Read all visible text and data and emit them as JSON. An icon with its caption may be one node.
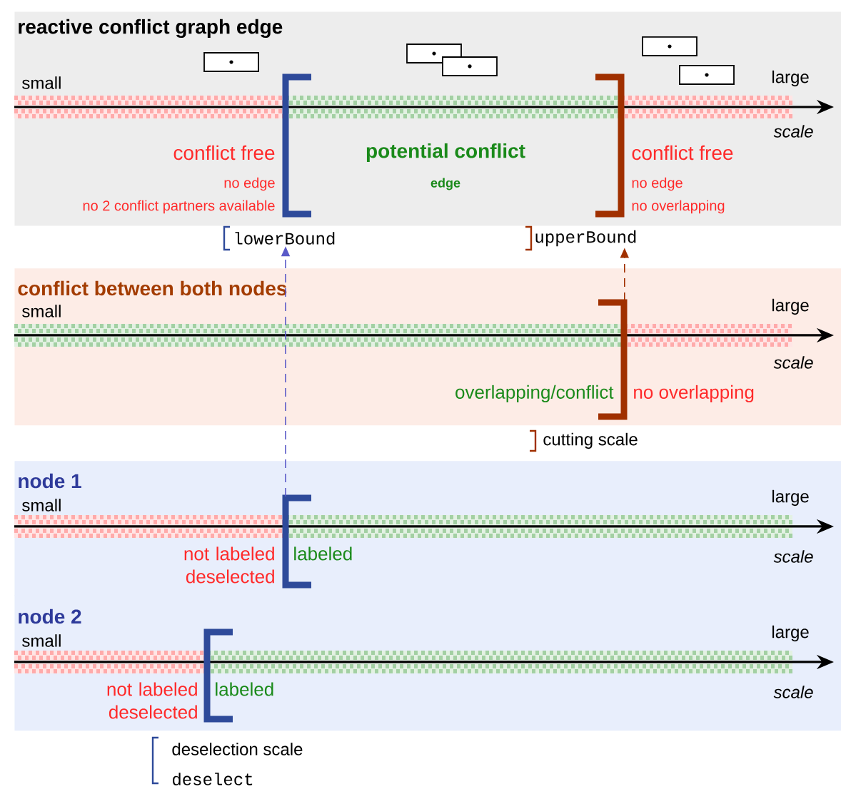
{
  "diagram": {
    "nodes": [
      {
        "text": [
          "reactive conflict graph edge",
          "small",
          "large",
          "scale",
          "conflict free",
          "potential conflict",
          "conflict free",
          "no edge",
          "no 2 conflict partners available",
          "edge",
          "no edge",
          "no overlapping"
        ]
      },
      {
        "text": [],
        "shape": "bracket",
        "in": 0
      },
      {
        "text": [],
        "shape": "bracket",
        "in": 0
      },
      {
        "text": [
          "lowerBound"
        ]
      },
      {
        "text": [
          "upperBound"
        ]
      },
      {
        "text": [
          "conflict between both nodes",
          "small",
          "large",
          "scale",
          "overlapping/conflict",
          "no overlapping"
        ]
      },
      {
        "text": [],
        "shape": "bracket",
        "in": 5
      },
      {
        "text": [
          "node 1",
          "small",
          "large",
          "not labeled deselected",
          "labeled",
          "scale"
        ]
      },
      {
        "text": [],
        "shape": "bracket",
        "in": 7
      },
      {
        "text": [
          "node 2",
          "small",
          "large",
          "not labeled deselected",
          "labeled",
          "scale"
        ]
      },
      {
        "text": [],
        "shape": "bracket",
        "in": 9
      }
    ],
    "edges": [
      {
        "from": 8,
        "to": 3,
        "arrow": "to",
        "style": "dashed",
        "color": "#5a5ac8"
      },
      {
        "from": 6,
        "to": 4,
        "arrow": "to",
        "style": "dashed",
        "color": "#a03000"
      }
    ],
    "labels": [
      "cutting scale",
      "deselection scale",
      "deselect"
    ]
  }
}
